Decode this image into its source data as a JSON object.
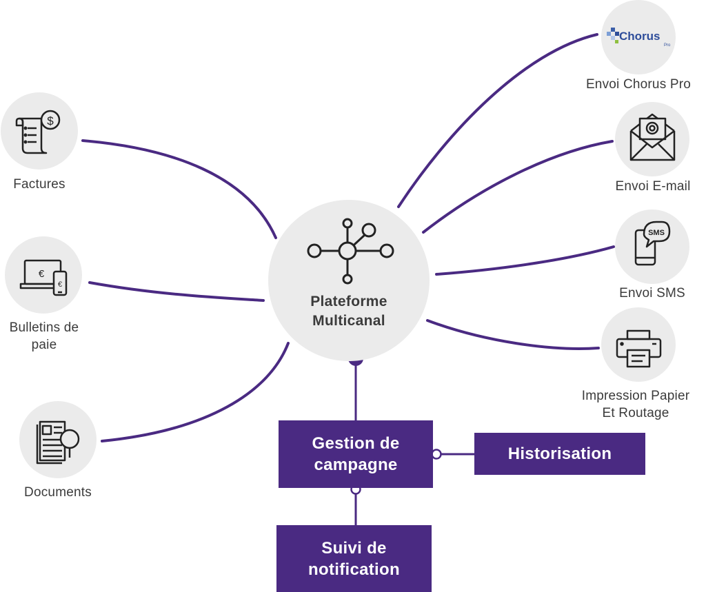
{
  "hub": {
    "line1": "Plateforme",
    "line2": "Multicanal"
  },
  "inputs": {
    "factures": "Factures",
    "bulletins_line1": "Bulletins de",
    "bulletins_line2": "paie",
    "documents": "Documents"
  },
  "outputs": {
    "chorus": "Envoi Chorus Pro",
    "email": "Envoi E-mail",
    "sms": "Envoi SMS",
    "print_line1": "Impression Papier",
    "print_line2": "Et Routage"
  },
  "icons": {
    "chorus_logo_text": "Chorus",
    "chorus_logo_sub": "Pro",
    "sms_bubble_text": "SMS",
    "dollar_symbol": "$",
    "euro_symbol": "€"
  },
  "boxes": {
    "gestion_line1": "Gestion de",
    "gestion_line2": "campagne",
    "historisation": "Historisation",
    "suivi_line1": "Suivi de",
    "suivi_line2": "notification"
  },
  "colors": {
    "purple": "#4a2a82",
    "circle_grey": "#ebebeb",
    "text_dark": "#3b3b3b"
  }
}
